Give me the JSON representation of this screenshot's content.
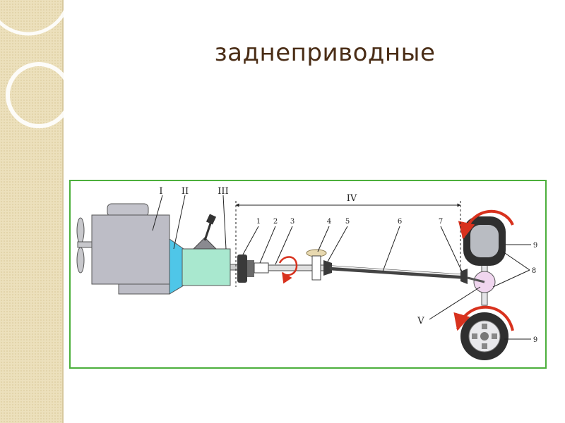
{
  "slide": {
    "title": "заднеприводные"
  },
  "diagram": {
    "unit_labels": [
      "I",
      "II",
      "III",
      "IV",
      "V"
    ],
    "part_labels": [
      "1",
      "2",
      "3",
      "4",
      "5",
      "6",
      "7",
      "8",
      "9",
      "9"
    ]
  },
  "colors": {
    "frame": "#4caf3c",
    "title": "#4a2d16",
    "engine": "#b9b9c2",
    "clutch": "#4fc6e8",
    "gearbox": "#a9e8cf",
    "arrow": "#d8321e",
    "differential": "#f0d6ef"
  }
}
